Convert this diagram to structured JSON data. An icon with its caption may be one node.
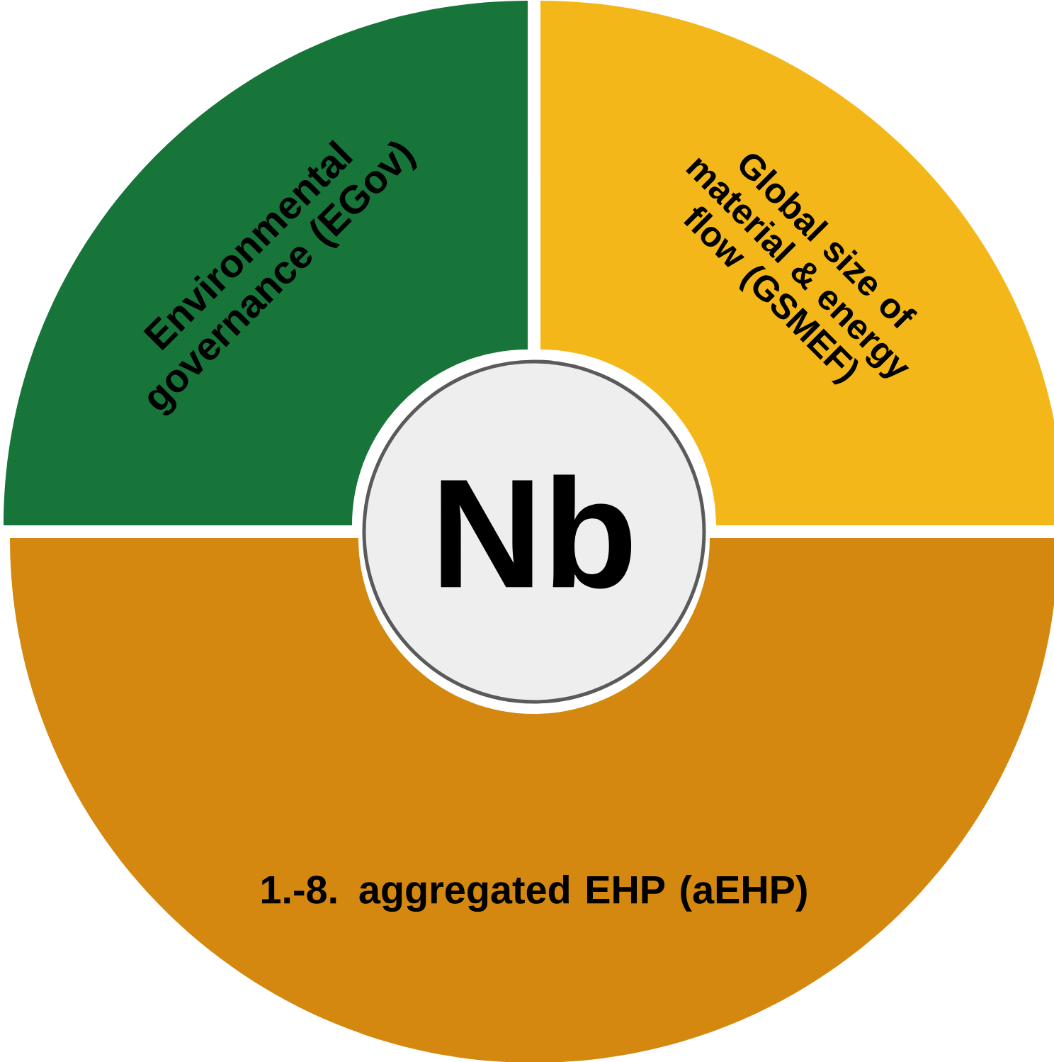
{
  "diagram": {
    "nodes": [
      {
        "text": [
          "Environmental governance (EGov)"
        ]
      },
      {
        "text": [
          "Global size of material & energy flow (GSMEF)"
        ]
      },
      {
        "text": [
          "1.-8. aggregated EHP (aEHP)"
        ]
      },
      {
        "text": [
          "Nb"
        ]
      }
    ]
  }
}
